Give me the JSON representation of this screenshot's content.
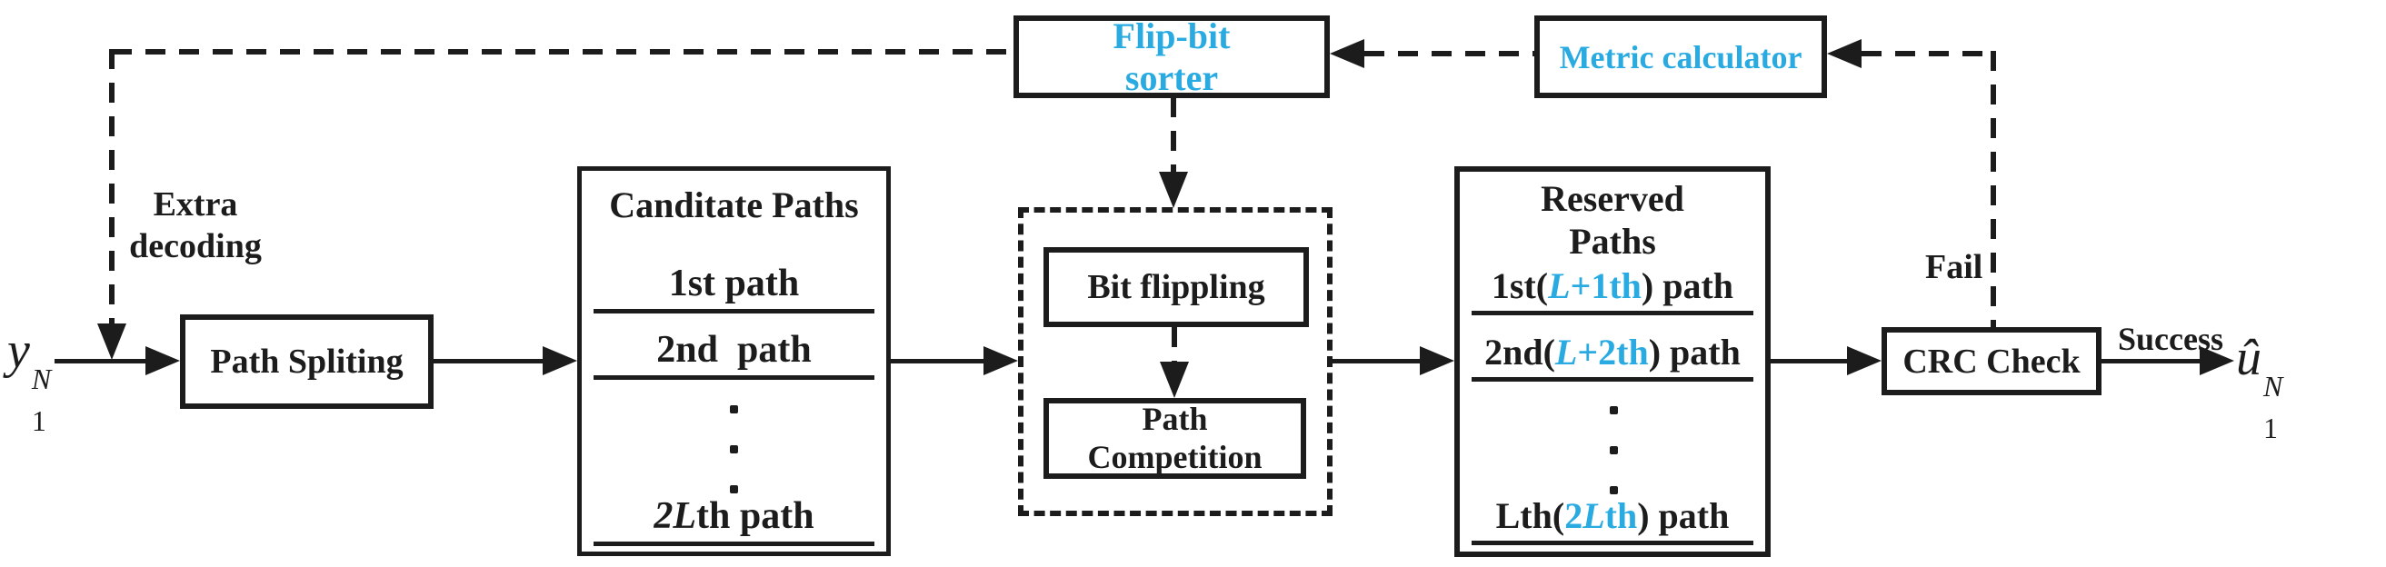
{
  "colors": {
    "accent_cyan": "#29ABE2",
    "line_black": "#1c1c1c",
    "background": "#ffffff"
  },
  "labels": {
    "extra_decoding_line1": "Extra",
    "extra_decoding_line2": "decoding",
    "fail": "Fail",
    "success": "Success"
  },
  "input_signal": {
    "base": "y",
    "sub": "1",
    "sup": "N"
  },
  "output_signal": {
    "base": "û",
    "sub": "1",
    "sup": "N"
  },
  "boxes": {
    "flip_bit_sorter": {
      "line1": "Flip-bit",
      "line2": "sorter"
    },
    "metric_calculator": {
      "label": "Metric calculator"
    },
    "path_spliting": {
      "label": "Path Spliting"
    },
    "bit_flippling": {
      "label": "Bit flippling"
    },
    "path_competition": {
      "line1": "Path",
      "line2": "Competition"
    },
    "crc_check": {
      "label": "CRC Check"
    },
    "canditate_paths": {
      "title": "Canditate Paths",
      "rows": [
        {
          "italic": "",
          "text": "1st path"
        },
        {
          "italic": "",
          "text": "2nd  path"
        },
        {
          "italic": "2L",
          "text": "th path"
        }
      ]
    },
    "reserved_paths": {
      "title_line1": "Reserved",
      "title_line2": "Paths",
      "rows": [
        {
          "pre": "1st(",
          "cyan_a": "",
          "cyan_italic": "L",
          "cyan_b": "+1th",
          "post": ") path"
        },
        {
          "pre": "2nd(",
          "cyan_a": "",
          "cyan_italic": "L",
          "cyan_b": "+2th",
          "post": ") path"
        },
        {
          "pre": "Lth(",
          "cyan_a": "2",
          "cyan_italic": "L",
          "cyan_b": "th",
          "post": ") path"
        }
      ]
    }
  }
}
